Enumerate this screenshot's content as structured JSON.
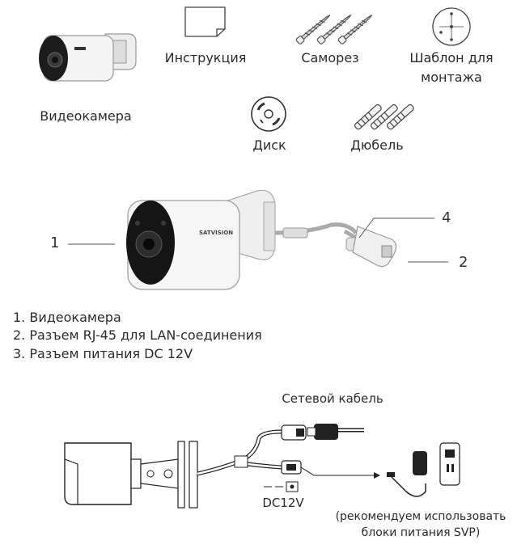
{
  "package": {
    "camera_label": "Видеокамера",
    "manual_label": "Инструкция",
    "screws_label": "Саморез",
    "template_label_line1": "Шаблон для",
    "template_label_line2": "монтажа",
    "disc_label": "Диск",
    "dowels_label": "Дюбель"
  },
  "callouts": {
    "one": "1",
    "two": "2",
    "four": "4"
  },
  "legend": [
    "1. Видеокамера",
    "2. Разъем RJ-45 для LAN-соединения",
    "3. Разъем питания DC 12V"
  ],
  "wiring": {
    "network_cable_label": "Сетевой кабель",
    "dc_label": "DC12V",
    "psu_note_line1": "(рекомендуем использовать",
    "psu_note_line2": "блоки питания SVP)"
  },
  "brand_text": "SATVISION"
}
